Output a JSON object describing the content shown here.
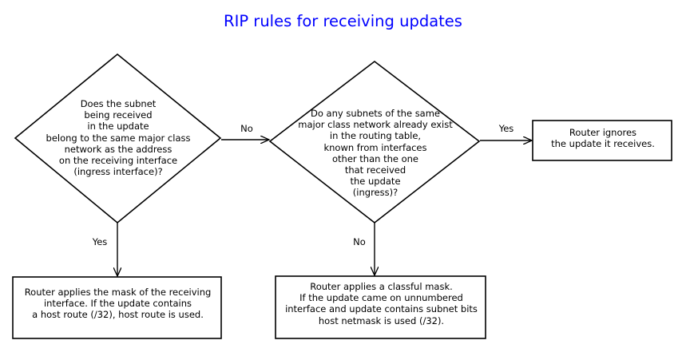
{
  "diagram": {
    "title": "RIP rules for receiving updates",
    "type": "flowchart",
    "colors": {
      "title": "#0000ff",
      "stroke": "#000000",
      "fill": "#ffffff",
      "text": "#000000"
    },
    "nodes": [
      {
        "id": "decision-major-class",
        "shape": "diamond",
        "text": "Does the subnet\nbeing received\nin the update\nbelong to the same major class\nnetwork as the address\non the receiving interface\n(ingress interface)?"
      },
      {
        "id": "decision-subnets-exist",
        "shape": "diamond",
        "text": "Do any subnets of the same\nmajor class network already exist\nin the routing table,\nknown from interfaces\nother than the one\nthat received\nthe update\n(ingress)?"
      },
      {
        "id": "action-ignore-update",
        "shape": "rectangle",
        "text": "Router ignores\nthe update it receives."
      },
      {
        "id": "action-apply-receiving-mask",
        "shape": "rectangle",
        "text": "Router applies the mask of the receiving\ninterface. If the update contains\na host route (/32), host route is used."
      },
      {
        "id": "action-apply-classful-mask",
        "shape": "rectangle",
        "text": "Router applies a classful mask.\nIf the update came on unnumbered\ninterface and update contains subnet bits\nhost netmask is used (/32)."
      }
    ],
    "edges": [
      {
        "id": "edge-major-class-no",
        "from": "decision-major-class",
        "to": "decision-subnets-exist",
        "label": "No",
        "direction": "right"
      },
      {
        "id": "edge-major-class-yes",
        "from": "decision-major-class",
        "to": "action-apply-receiving-mask",
        "label": "Yes",
        "direction": "down"
      },
      {
        "id": "edge-subnets-exist-yes",
        "from": "decision-subnets-exist",
        "to": "action-ignore-update",
        "label": "Yes",
        "direction": "right"
      },
      {
        "id": "edge-subnets-exist-no",
        "from": "decision-subnets-exist",
        "to": "action-apply-classful-mask",
        "label": "No",
        "direction": "down"
      }
    ]
  }
}
